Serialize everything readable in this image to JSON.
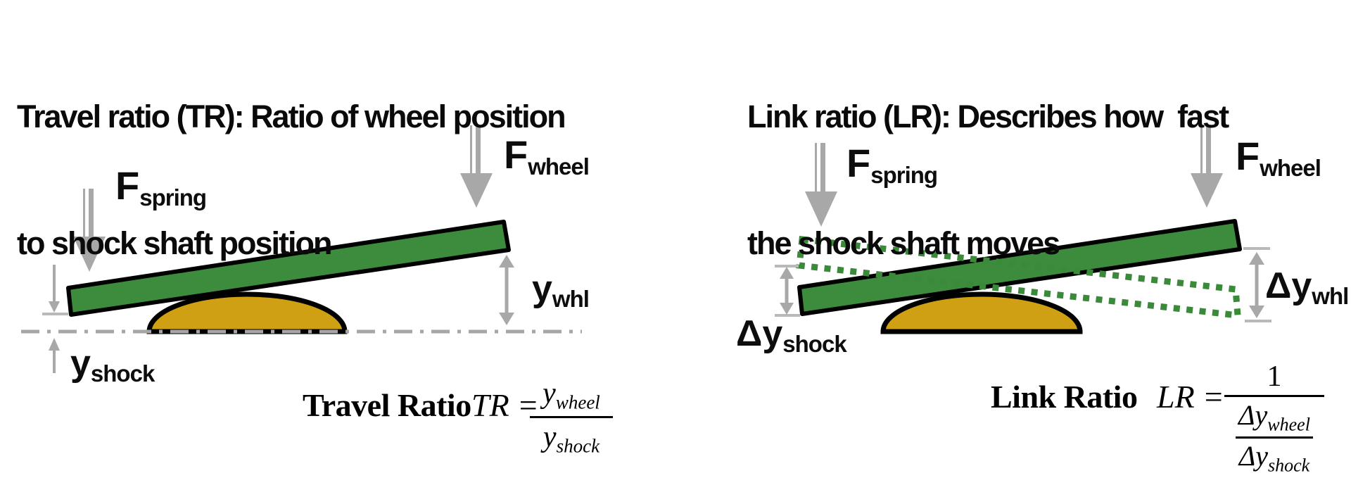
{
  "left": {
    "title_line1": "Travel ratio (TR): Ratio of wheel position",
    "title_line2": "to shock shaft position",
    "labels": {
      "f_spring": {
        "main": "F",
        "sub": "spring"
      },
      "f_wheel": {
        "main": "F",
        "sub": "wheel"
      },
      "y_whl": {
        "main": "y",
        "sub": "whl"
      },
      "y_shock": {
        "main": "y",
        "sub": "shock"
      }
    },
    "formula": {
      "name": "Travel Ratio",
      "lhs": "TR",
      "equals": "=",
      "num": {
        "main": "y",
        "sub": "wheel"
      },
      "den": {
        "main": "y",
        "sub": "shock"
      }
    }
  },
  "right": {
    "title_line1": "Link ratio (LR): Describes how  fast",
    "title_line2": "the shock shaft moves",
    "labels": {
      "f_spring": {
        "main": "F",
        "sub": "spring"
      },
      "f_wheel": {
        "main": "F",
        "sub": "wheel"
      },
      "dy_whl": {
        "main": "Δy",
        "sub": "whl"
      },
      "dy_shock": {
        "main": "Δy",
        "sub": "shock"
      }
    },
    "formula": {
      "name": "Link Ratio",
      "lhs": "LR",
      "equals": "=",
      "num": "1",
      "inner": {
        "num": {
          "main": "Δy",
          "sub": "wheel"
        },
        "den": {
          "main": "Δy",
          "sub": "shock"
        }
      }
    }
  },
  "colors": {
    "lever_green": "#3d8b3d",
    "dotted_green": "#3a8a3a",
    "fulcrum_gold": "#d0a014",
    "outline_black": "#000000",
    "arrow_gray": "#a8a8a8",
    "tick_gray": "#b9b9b9",
    "centerline_gray": "#a6a6a6"
  }
}
